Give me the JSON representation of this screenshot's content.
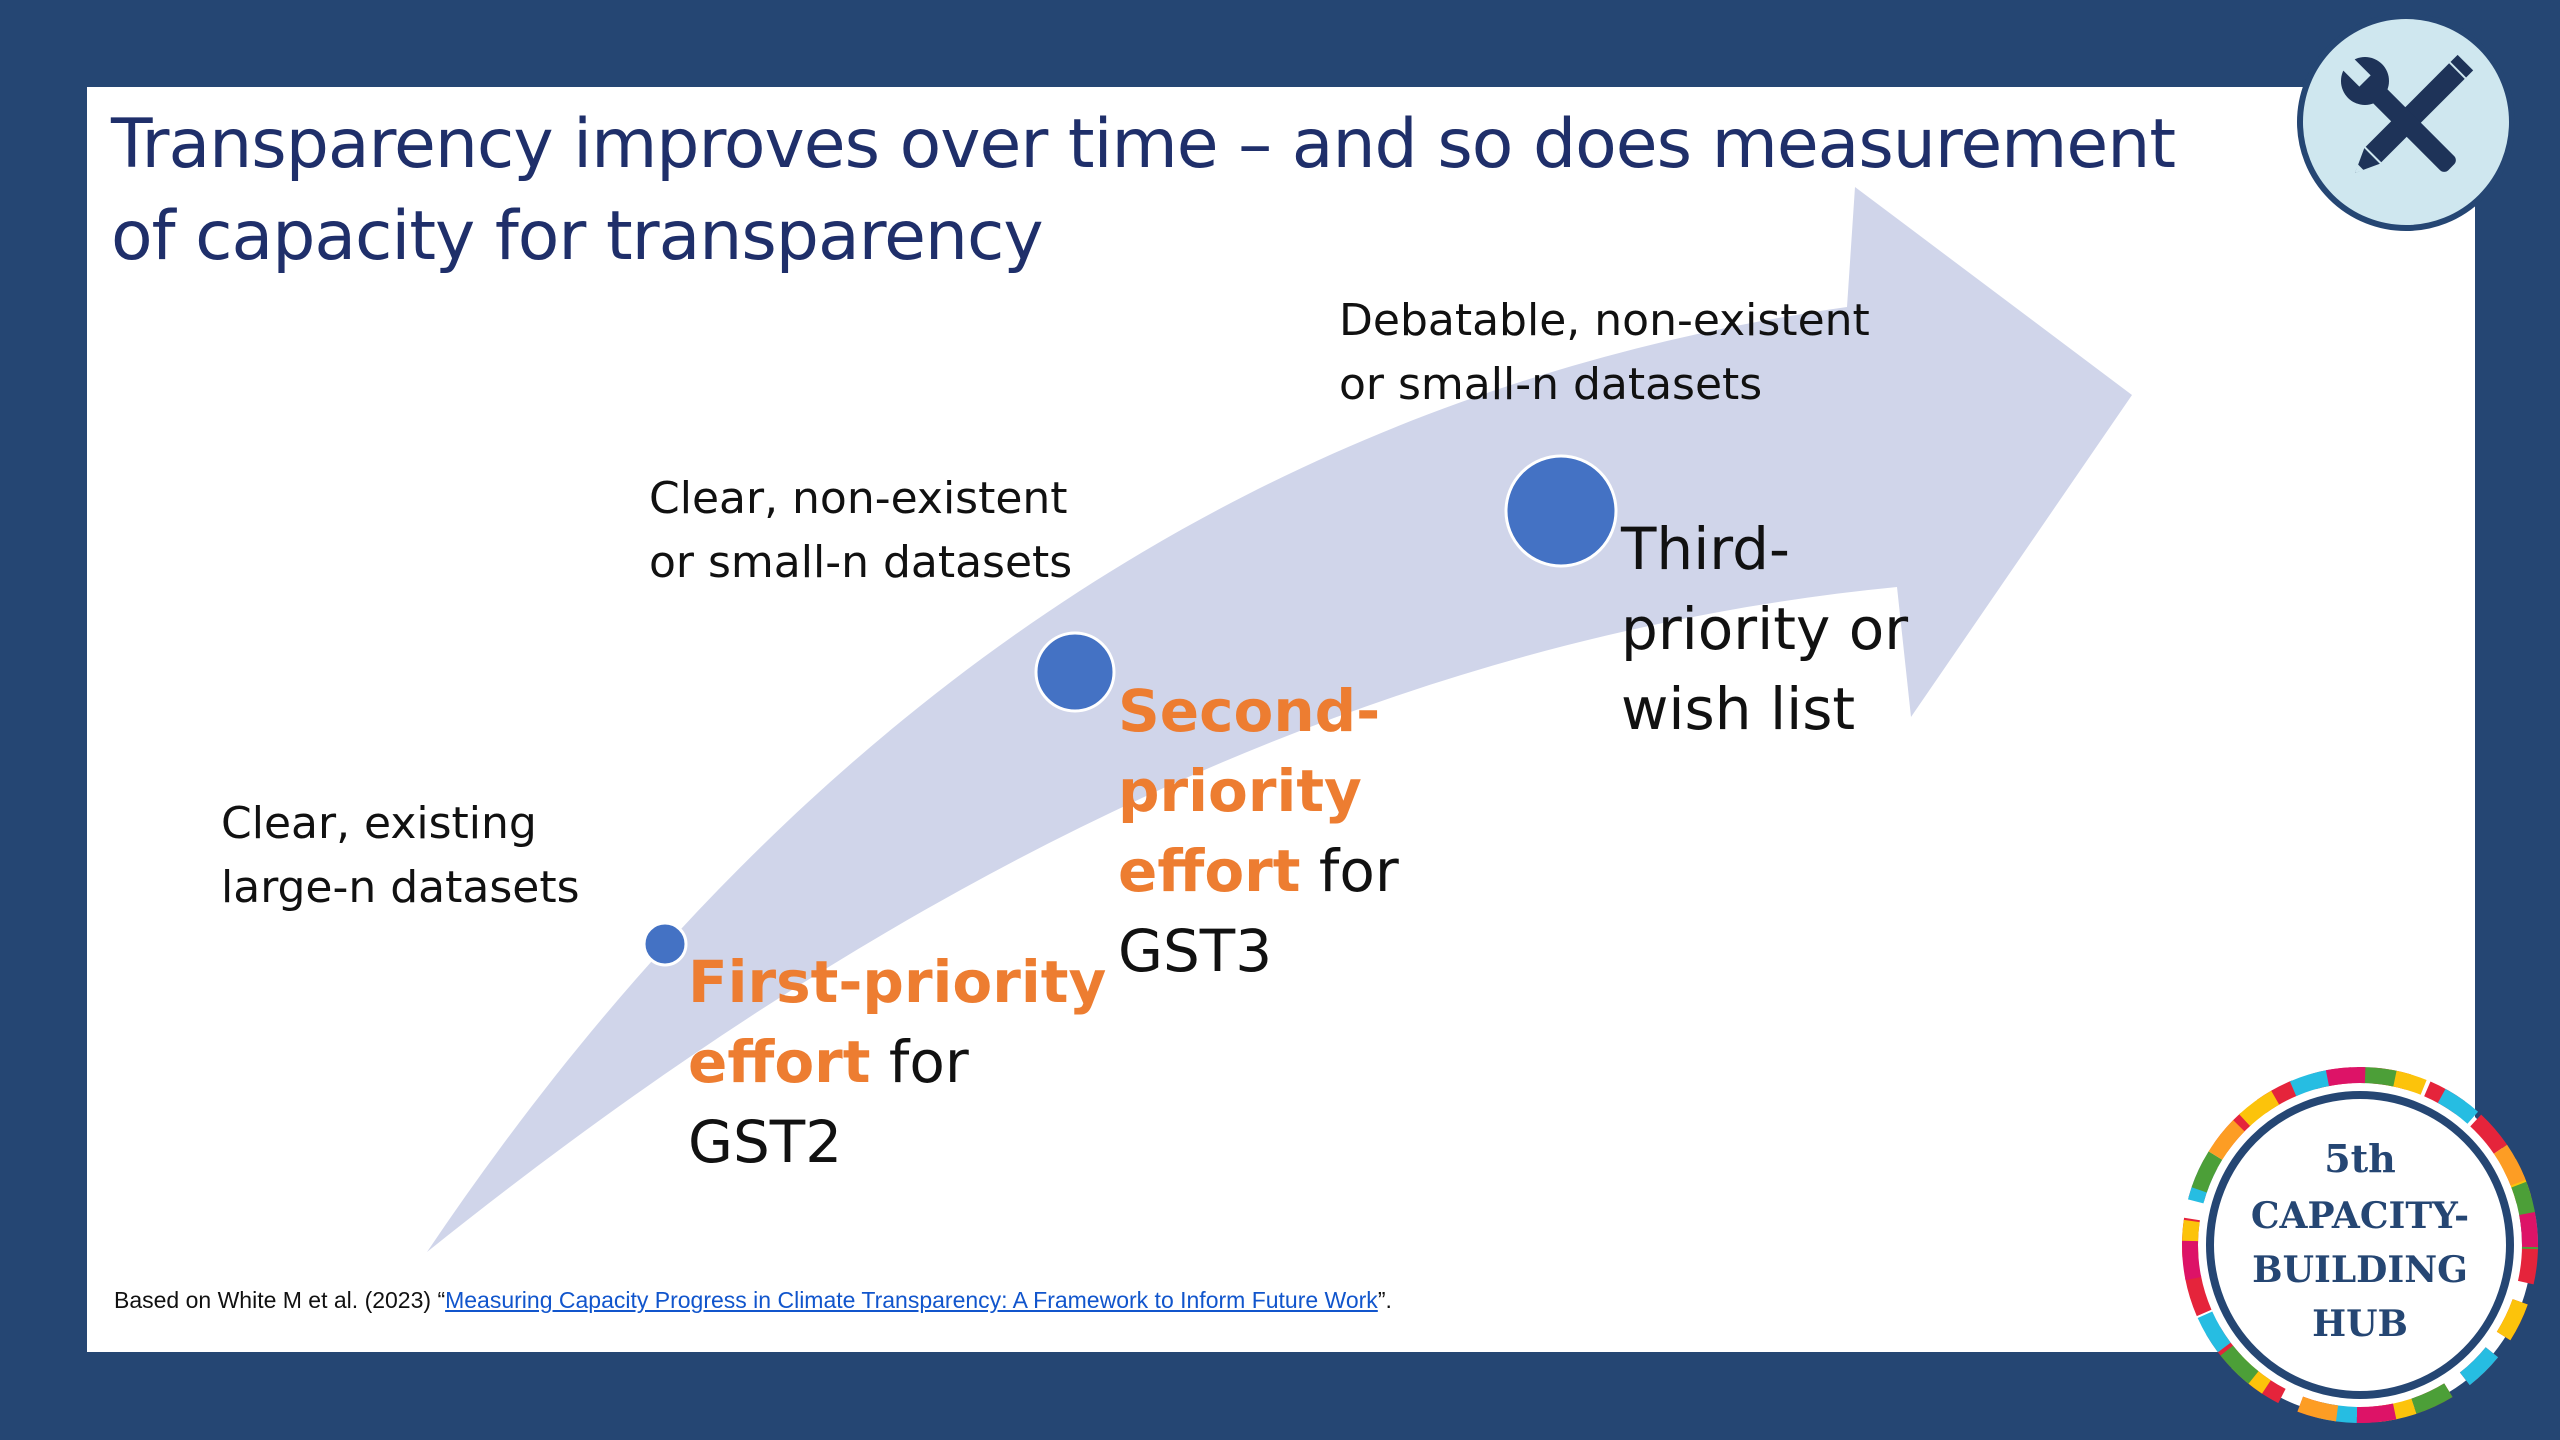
{
  "slide": {
    "title_line1": "Transparency improves over time – and so does measurement",
    "title_line2": "of capacity for transparency"
  },
  "stages": [
    {
      "data_line1": "Clear, existing",
      "data_line2": "large-n datasets",
      "effort_orange_1": "First-priority",
      "effort_orange_2": "effort",
      "effort_black_2": " for",
      "effort_black_3": "GST2"
    },
    {
      "data_line1": "Clear, non-existent",
      "data_line2": "or small-n datasets",
      "effort_orange_1": "Second-",
      "effort_orange_2": "priority",
      "effort_orange_3": "effort",
      "effort_black_3": " for",
      "effort_black_4": "GST3"
    },
    {
      "data_line1": "Debatable, non-existent",
      "data_line2": "or small-n datasets",
      "effort_line1": "Third-",
      "effort_line2": "priority or",
      "effort_line3": "wish list"
    }
  ],
  "footnote": {
    "prefix": "Based on White M et al. (2023) “",
    "link_text": "Measuring Capacity Progress in Climate Transparency: A Framework to Inform Future Work",
    "suffix": "”."
  },
  "badges": {
    "tools_icon": "wrench-and-pencil-icon",
    "hub_line1": "5th",
    "hub_line2": "CAPACITY-",
    "hub_line3": "BUILDING",
    "hub_line4": "HUB"
  },
  "colors": {
    "background": "#254673",
    "arrow": "#d0d5ea",
    "node": "#4472c4",
    "title": "#1f2f6a",
    "accent": "#ed7d31"
  }
}
